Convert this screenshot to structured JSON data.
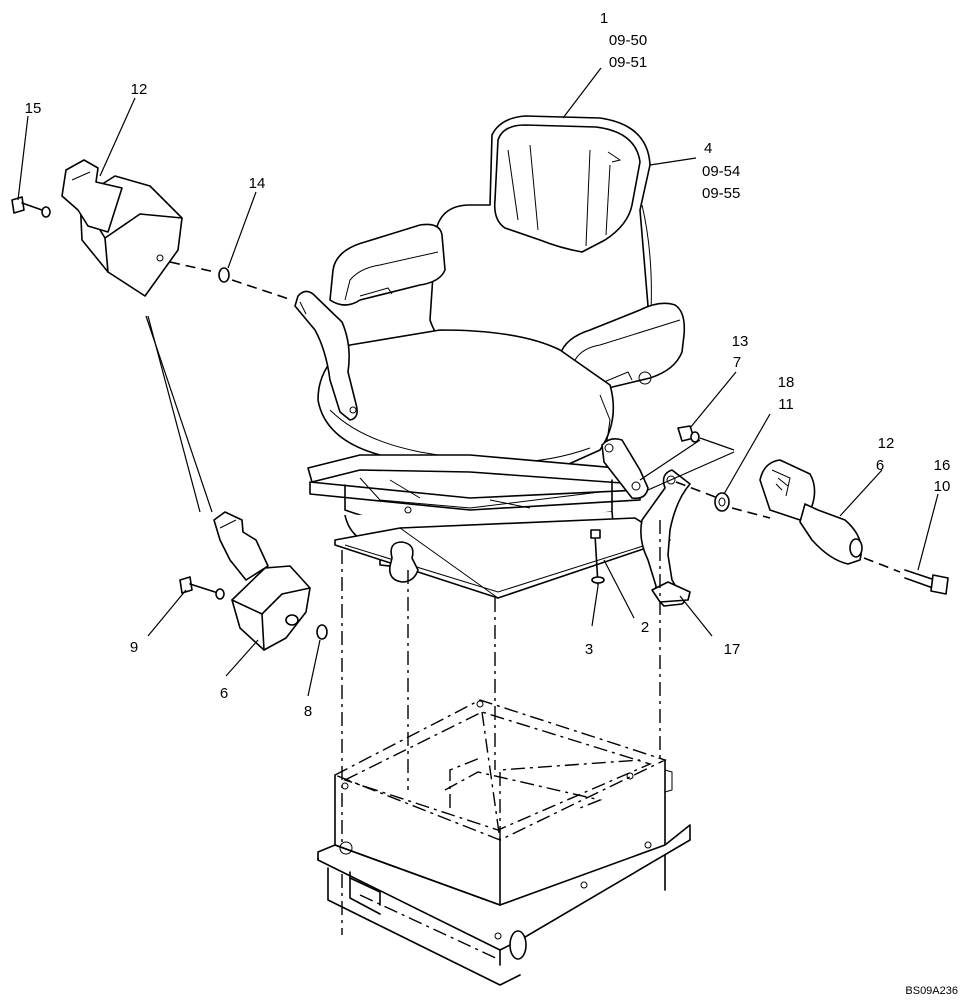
{
  "drawing_id": "BS09A236",
  "callouts": {
    "seat": [
      "1",
      "09-50",
      "09-51"
    ],
    "cushion": [
      "4",
      "09-54",
      "09-55"
    ],
    "left_top_bolt": "15",
    "left_top_retractor": "12",
    "left_top_washer": "14",
    "left_bottom_bolt": "9",
    "left_bottom_retractor": "6",
    "left_bottom_washer": "8",
    "bracket_bolt": [
      "13",
      "7"
    ],
    "right_washer": [
      "18",
      "11"
    ],
    "right_buckle": [
      "12",
      "6"
    ],
    "right_bolt": [
      "16",
      "10"
    ],
    "mount_nut": "3",
    "mount_bolt": "2",
    "belt_anchor": "17"
  }
}
